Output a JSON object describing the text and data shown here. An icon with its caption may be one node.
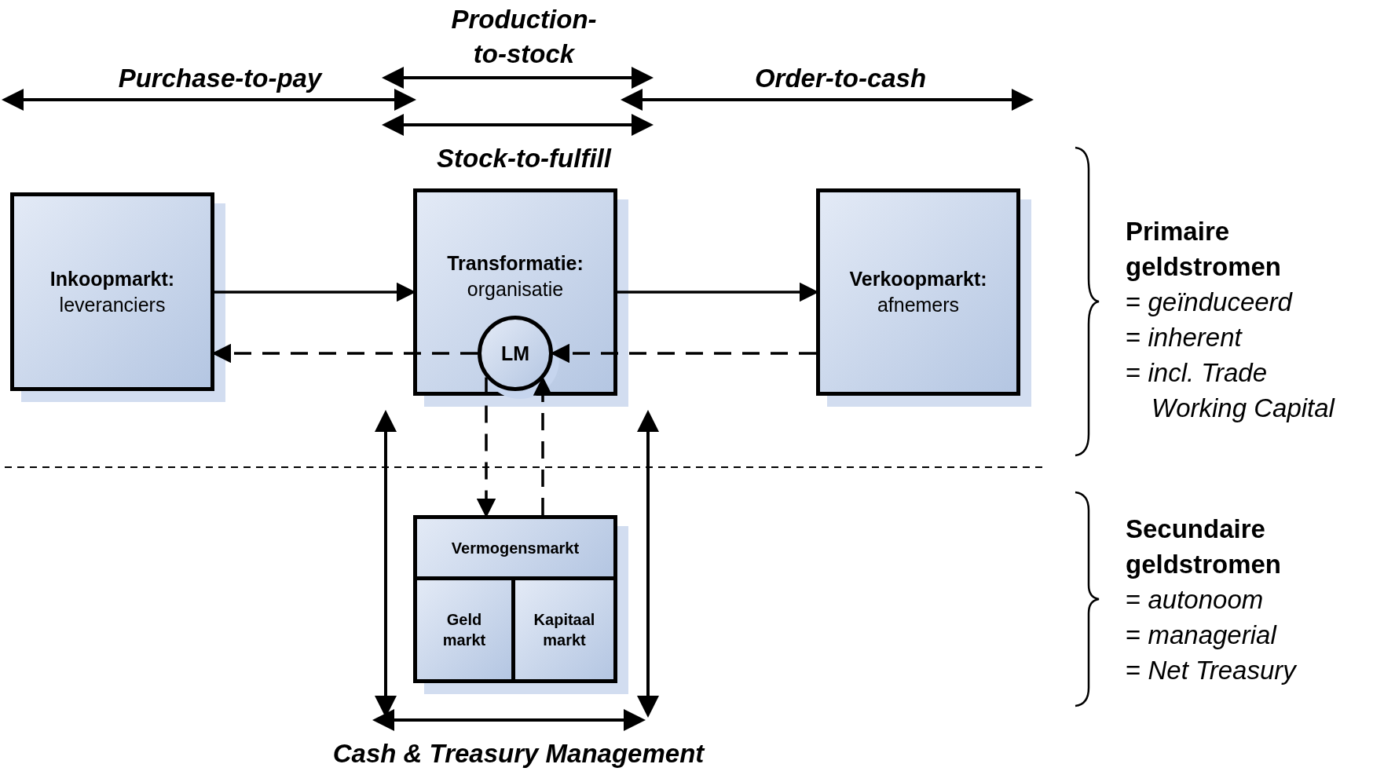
{
  "diagram": {
    "nodes": [
      {
        "text": [
          "Inkoopmarkt:",
          "leveranciers"
        ]
      },
      {
        "text": [
          "Transformatie:",
          "organisatie"
        ]
      },
      {
        "text": [
          "Verkoopmarkt:",
          "afnemers"
        ]
      },
      {
        "text": [
          "LM"
        ],
        "in": 1
      },
      {
        "text": [],
        "shape": "box"
      },
      {
        "text": [
          "Vermogensmarkt"
        ],
        "in": 4
      },
      {
        "text": [
          "Geld markt"
        ],
        "in": 4
      },
      {
        "text": [
          "Kapitaal markt"
        ],
        "in": 4
      }
    ],
    "edges": [
      {
        "from": 0,
        "to": 1,
        "arrow": "to"
      },
      {
        "from": 1,
        "to": 2,
        "arrow": "to"
      },
      {
        "from": 2,
        "to": 3,
        "arrow": "to",
        "style": "dashed"
      },
      {
        "from": 3,
        "to": 0,
        "arrow": "to",
        "style": "dashed"
      },
      {
        "from": 3,
        "to": 4,
        "arrow": "to",
        "style": "dashed"
      },
      {
        "from": 4,
        "to": 3,
        "arrow": "to",
        "style": "dashed"
      }
    ],
    "labels": [
      "Production-to-stock",
      "Purchase-to-pay",
      "Order-to-cash",
      "Stock-to-fulfill",
      "Primaire geldstromen",
      "= *geïnduceerd*",
      "= *inherent*",
      "= *incl. Trade Working Capital*",
      "Secundaire geldstromen",
      "= *autonoom*",
      "= *managerial*",
      "= *Net Treasury*",
      "Cash & Treasury Management"
    ]
  }
}
